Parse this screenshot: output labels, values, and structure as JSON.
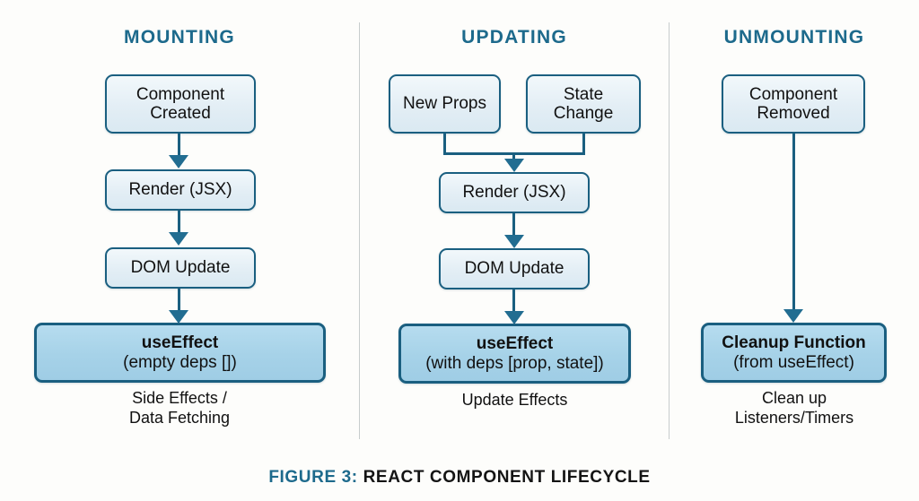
{
  "figure": {
    "number_label": "FIGURE 3:",
    "title": "REACT COMPONENT LIFECYCLE"
  },
  "theme": {
    "background": "#fdfdfb",
    "heading_color": "#1d6a8c",
    "box_border": "#1a5f80",
    "box_fill": "#eaf3f8",
    "accent_fill": "#a9d4ea",
    "arrow_color": "#226d91",
    "divider_color": "#c7cdcd"
  },
  "columns": [
    {
      "heading": "MOUNTING",
      "nodes": [
        {
          "line1": "Component",
          "line2": "Created"
        },
        {
          "line1": "Render (JSX)",
          "line2": ""
        },
        {
          "line1": "DOM Update",
          "line2": ""
        }
      ],
      "accent": {
        "line1": "useEffect",
        "line2": "(empty deps [])"
      },
      "subcaption": {
        "line1": "Side Effects /",
        "line2": "Data Fetching"
      }
    },
    {
      "heading": "UPDATING",
      "nodes": [
        {
          "line1": "New Props",
          "line2": ""
        },
        {
          "line1": "State",
          "line2": "Change"
        },
        {
          "line1": "Render (JSX)",
          "line2": ""
        },
        {
          "line1": "DOM Update",
          "line2": ""
        }
      ],
      "accent": {
        "line1": "useEffect",
        "line2": "(with deps [prop, state])"
      },
      "subcaption": {
        "line1": "Update Effects",
        "line2": ""
      }
    },
    {
      "heading": "UNMOUNTING",
      "nodes": [
        {
          "line1": "Component",
          "line2": "Removed"
        }
      ],
      "accent": {
        "line1": "Cleanup Function",
        "line2": "(from useEffect)"
      },
      "subcaption": {
        "line1": "Clean up",
        "line2": "Listeners/Timers"
      }
    }
  ]
}
